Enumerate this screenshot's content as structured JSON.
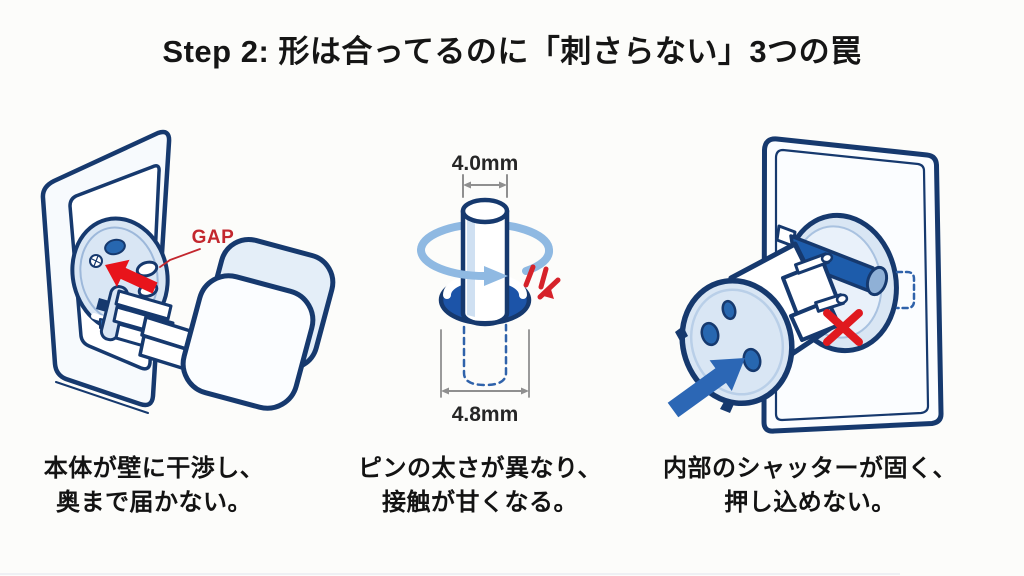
{
  "slide": {
    "title": "Step 2: 形は合ってるのに「刺さらない」3つの罠"
  },
  "panels": [
    {
      "name": "wall-interference",
      "annotation": "GAP",
      "caption": [
        "本体が壁に干渉し、",
        "奥まで届かない。"
      ]
    },
    {
      "name": "pin-diameter-mismatch",
      "dim_top": "4.0mm",
      "dim_bottom": "4.8mm",
      "caption": [
        "ピンの太さが異なり、",
        "接触が甘くなる。"
      ]
    },
    {
      "name": "shutter-blocked",
      "caption": [
        "内部のシャッターが固く、",
        "押し込めない。"
      ]
    }
  ],
  "colors": {
    "outline_navy": "#16396e",
    "fill_light_blue": "#d9e6f4",
    "accent_blue": "#2c67b5",
    "rotation_blue": "#8fb9e2",
    "alert_red": "#e0191f",
    "gap_red": "#c3272e",
    "dim_gray": "#8f8f8f",
    "text_dark": "#151515"
  }
}
